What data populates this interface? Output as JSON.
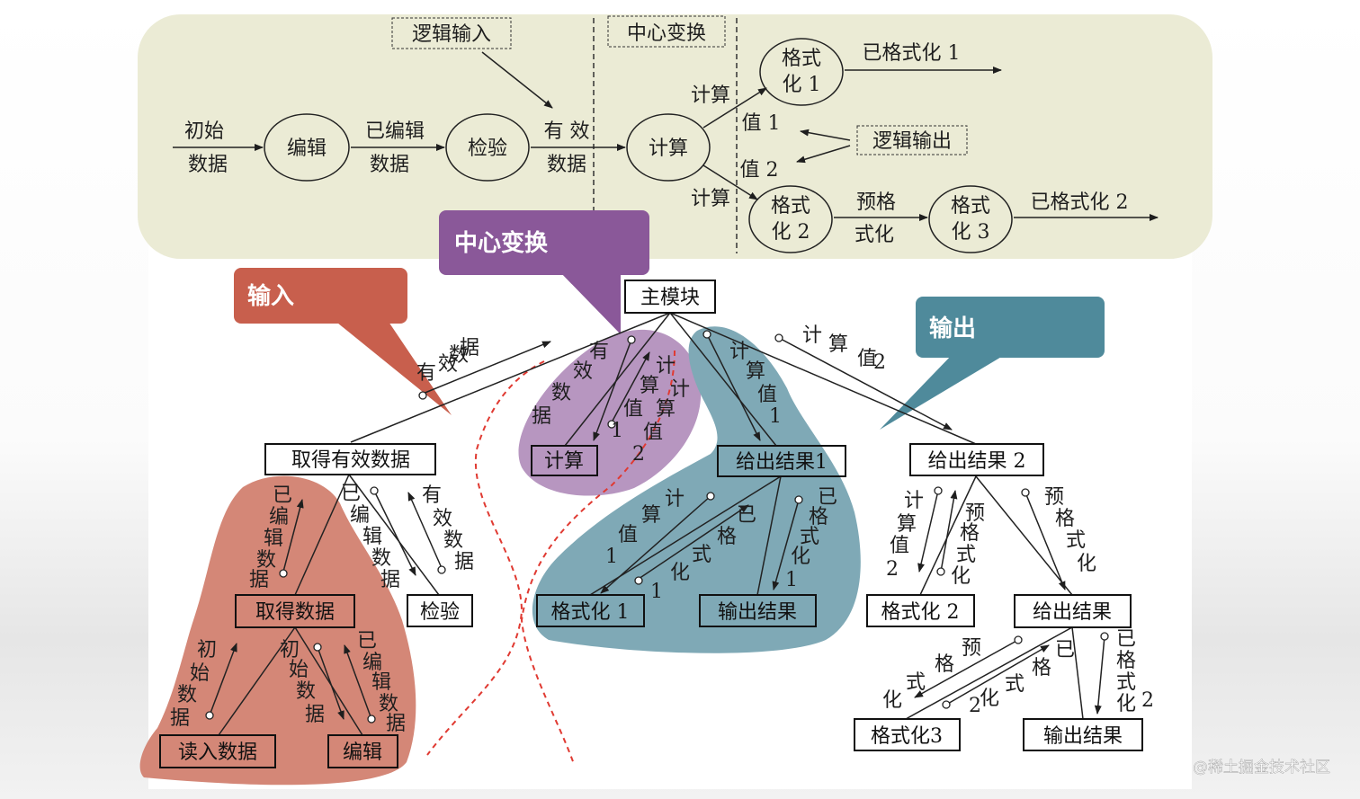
{
  "colors": {
    "top_panel": "#ebebd5",
    "input_region": "#d48777",
    "center_region": "#b796c0",
    "output_region": "#7fa9b6",
    "input_callout": "#c85f4d",
    "center_callout": "#8a5899",
    "output_callout": "#4f8a9b",
    "boundary_dash": "#e03a32"
  },
  "dfd": {
    "logic_input_label": "逻辑输入",
    "center_transform_label": "中心变换",
    "logic_output_label": "逻辑输出",
    "initial_data": [
      "初始",
      "数据"
    ],
    "edit_process": "编辑",
    "edited_data": [
      "已编辑",
      "数据"
    ],
    "check_process": "检验",
    "valid_data": [
      "有 效",
      "数据"
    ],
    "compute_process": "计算",
    "compute_label_top": "计算",
    "compute_label_bottom": "计算",
    "value1": "值 1",
    "value2": "值 2",
    "format1_process": [
      "格式",
      "化 1"
    ],
    "formatted1": "已格式化 1",
    "format2_process": [
      "格式",
      "化 2"
    ],
    "preformat": [
      "预格",
      "式化"
    ],
    "format3_process": [
      "格式",
      "化 3"
    ],
    "formatted2": "已格式化 2"
  },
  "callouts": {
    "input": "输入",
    "center": "中心变换",
    "output": "输出"
  },
  "structure": {
    "main_module": "主模块",
    "get_valid_data": "取得有效数据",
    "compute": "计算",
    "give_result1": "给出结果1",
    "give_result2": "给出结果 2",
    "get_data": "取得数据",
    "check": "检验",
    "read_data": "读入数据",
    "edit": "编辑",
    "format1": "格式化 1",
    "output_result_mid": "输出结果",
    "format2": "格式化 2",
    "give_result": "给出结果",
    "format3": "格式化3",
    "output_result_right": "输出结果"
  },
  "flows": {
    "main_valid_data": "有 效 数 据",
    "main_compute_valid": "有效数据",
    "main_compute_value1": "计算值 1",
    "main_compute_value2": "计算值 2",
    "main_result1_value": "计算值 1",
    "main_result2_value": "计算值 2",
    "gvd_edited": "已编辑数据",
    "gvd_edited_down": "已编辑数据",
    "gvd_valid_up": "有效数据",
    "gd_initial_up": "初始数据",
    "gd_initial_down": "初始数据",
    "gd_edited_up": "已编辑数据",
    "r1_value1": "计算值 1",
    "r1_formatted1": "已格式化 1",
    "r1_out_formatted": "已格式化 1",
    "r2_value2": "计算值 2",
    "r2_preformat": "预格式化",
    "r2_preformat_down": "预格式化",
    "gr_preformat": "预格式化",
    "gr_formatted2": "已格式化 2",
    "gr_out_formatted2": "已格式化 2"
  },
  "watermark": "@稀土掘金技术社区"
}
